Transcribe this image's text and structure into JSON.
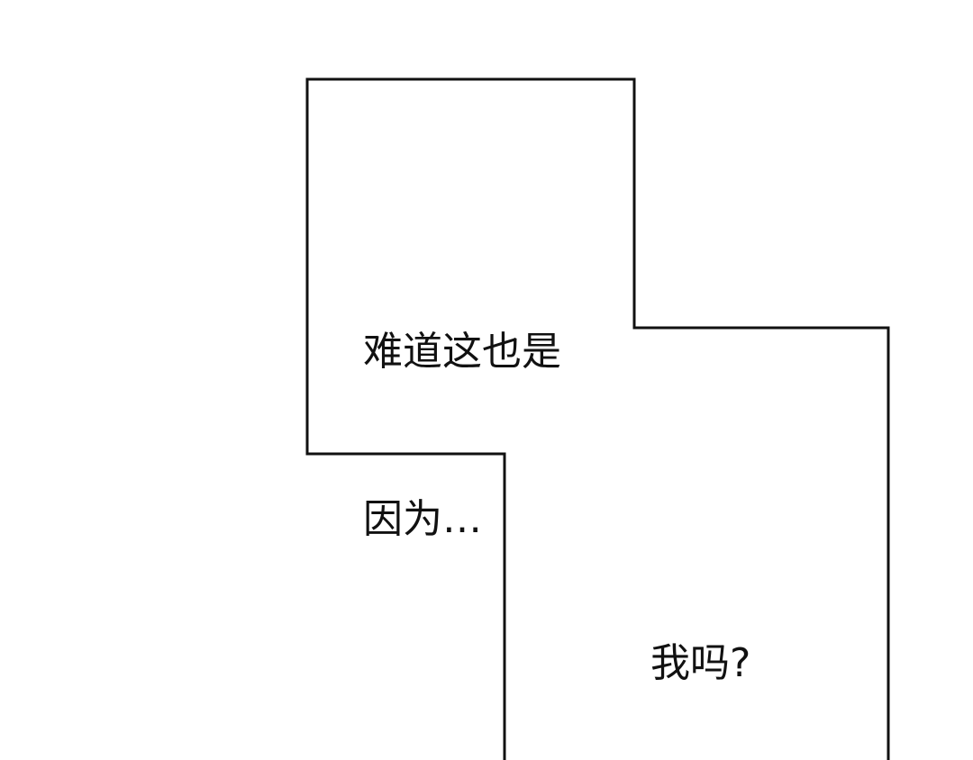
{
  "panel": {
    "captions": [
      {
        "line1": "难道这也是",
        "line2": "因为…"
      },
      {
        "line1": "我吗?"
      }
    ],
    "colors": {
      "background": "#ffffff",
      "stroke": "#111111"
    }
  }
}
